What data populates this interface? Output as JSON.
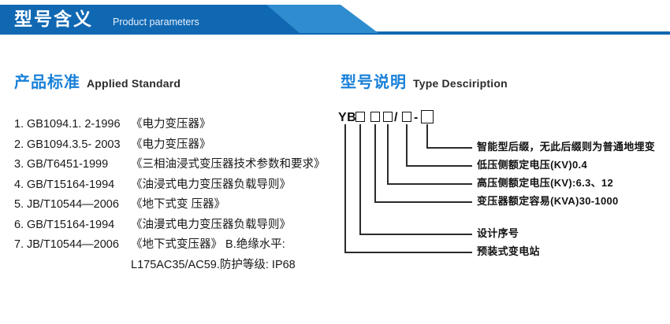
{
  "banner": {
    "title_cn": "型号含义",
    "title_en": "Product parameters",
    "color_dark": "#1068b3",
    "color_light": "#2e8ccf"
  },
  "standards_section": {
    "heading_cn": "产品标准",
    "heading_en": "Applied Standard",
    "accent_color": "#1880d8",
    "items": [
      {
        "no": "1.",
        "code": "GB1094.1. 2-1996",
        "name": "《电力变压器》"
      },
      {
        "no": "2.",
        "code": "GB1094.3.5- 2003",
        "name": "《电力变压器》"
      },
      {
        "no": "3.",
        "code": "GB/T6451-1999",
        "name": "《三相油浸式变压器技术参数和要求》"
      },
      {
        "no": "4.",
        "code": "GB/T15164-1994",
        "name": "《油浸式电力变压器负载导则》"
      },
      {
        "no": "5.",
        "code": "JB/T10544—2006",
        "name": "《地下式变 压器》"
      },
      {
        "no": "6.",
        "code": "GB/T15164-1994",
        "name": "《油漫式电力变压器负载导则》"
      },
      {
        "no": "7.",
        "code": "JB/T10544—2006",
        "name": "《地下式变压器》 B.绝缘水平:"
      }
    ],
    "continuation": "L175AC35/AC59.防护等级: IP68"
  },
  "type_section": {
    "heading_cn": "型号说明",
    "heading_en": "Type Desciription",
    "code": {
      "prefix": "YB",
      "slash": "/",
      "dash": "-"
    },
    "labels": [
      {
        "text": "智能型后缀，无此后缀则为普通地埋变"
      },
      {
        "text": "低压侧额定电压(KV)0.4"
      },
      {
        "text": "高压侧额定电压(KV):6.3、12"
      },
      {
        "text": "变压器额定容易(KVA)30-1000"
      },
      {
        "text": "设计序号"
      },
      {
        "text": "预装式变电站"
      }
    ]
  }
}
